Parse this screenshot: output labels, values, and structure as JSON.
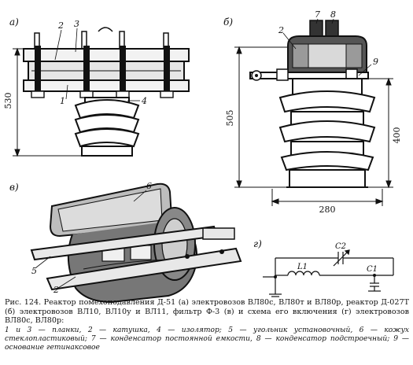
{
  "panels": {
    "a": {
      "label": "а)",
      "dim_height": "530"
    },
    "b": {
      "label": "б)",
      "dim_height_1": "505",
      "dim_height_2": "400",
      "dim_width": "280"
    },
    "c": {
      "label": "в)"
    },
    "d": {
      "label": "г)"
    }
  },
  "callouts": {
    "a_2": "2",
    "a_3": "3",
    "a_1": "1",
    "a_4": "4",
    "b_7": "7",
    "b_8": "8",
    "b_2": "2",
    "b_9": "9",
    "c_6": "6",
    "c_5": "5",
    "c_2": "2"
  },
  "circuit": {
    "l1": "L1",
    "c1": "C1",
    "c2": "C2"
  },
  "caption": {
    "main": "Рис. 124. Реактор помехоподавления Д-51 (а) электровозов ВЛ80с, ВЛ80т и ВЛ80р, реактор Д-027Т (б) электровозов ВЛ10, ВЛ10у и ВЛ11, фильтр Ф-3 (в) и схема его включения (г) электровозов ВЛ80с, ВЛ80р:",
    "items": "1 и 3 — планки, 2 — катушка, 4 — изолятор; 5 — угольник установочный, 6 — кожух стеклопластиковый; 7 — конденсатор постоянной емкости, 8 — конденсатор подстроечный; 9 — основание гетинаксовое"
  }
}
